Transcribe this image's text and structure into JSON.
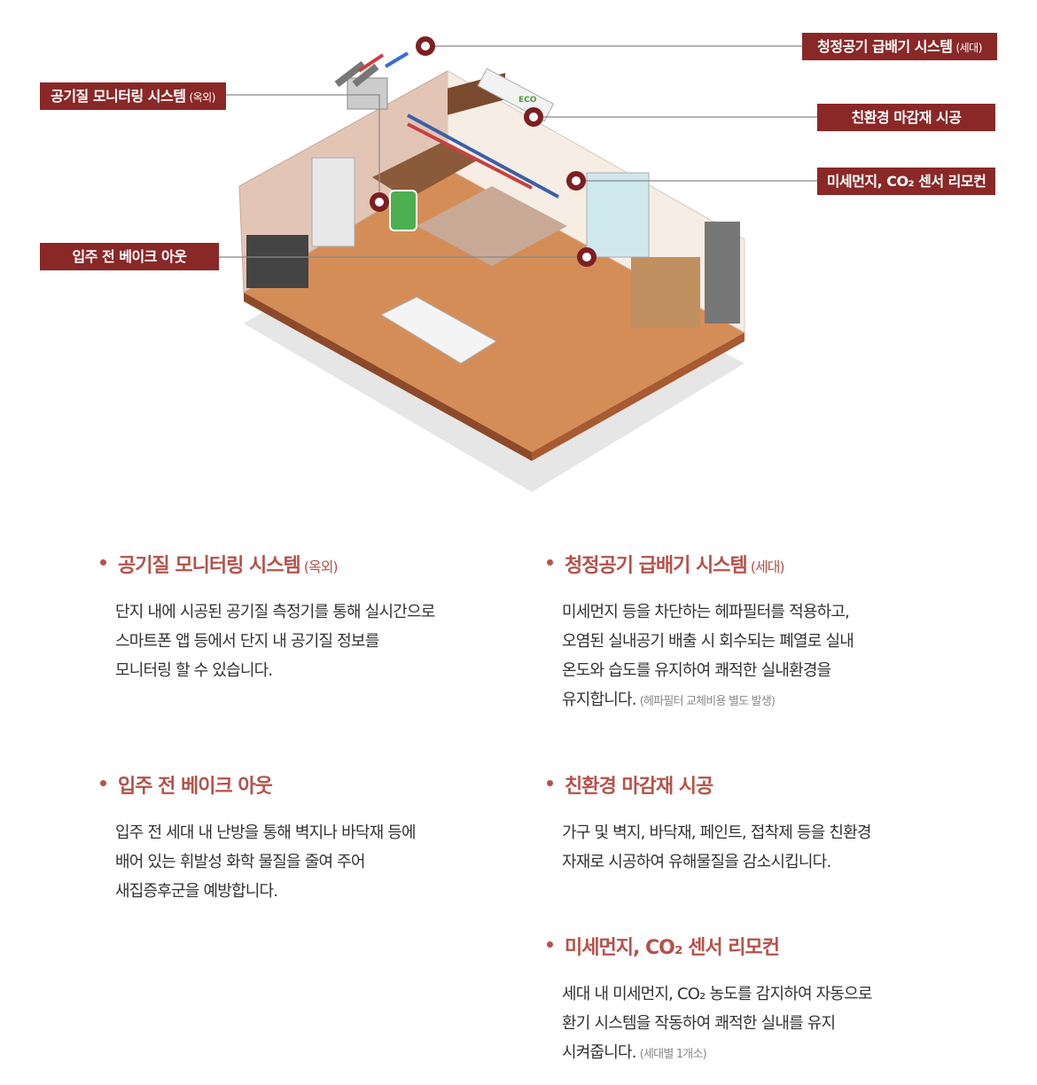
{
  "labels": {
    "air_monitor": {
      "title": "공기질 모니터링 시스템",
      "note": "(옥외)"
    },
    "ventilation": {
      "title": "청정공기 급배기 시스템",
      "note": "(세대)"
    },
    "eco_material": {
      "title": "친환경 마감재 시공"
    },
    "sensor": {
      "title": "미세먼지, CO₂ 센서 리모컨"
    },
    "bake_out": {
      "title": "입주 전 베이크 아웃"
    }
  },
  "illustration": {
    "eco_badge": "ECO"
  },
  "sections": [
    {
      "title": "공기질 모니터링 시스템",
      "note": "(옥외)",
      "lines": [
        "단지 내에 시공된 공기질 측정기를 통해 실시간으로",
        "스마트폰 앱 등에서 단지 내 공기질 정보를",
        "모니터링 할 수 있습니다."
      ]
    },
    {
      "title": "청정공기 급배기 시스템",
      "note": "(세대)",
      "lines": [
        "미세먼지 등을 차단하는 헤파필터를 적용하고,",
        "오염된 실내공기 배출 시 회수되는 폐열로 실내",
        "온도와 습도를 유지하여 쾌적한 실내환경을",
        "유지합니다."
      ],
      "footnote": "(헤파필터 교체비용 별도 발생)"
    },
    {
      "title": "입주 전 베이크 아웃",
      "lines": [
        "입주 전 세대 내 난방을 통해 벽지나 바닥재 등에",
        "배어 있는 휘발성 화학 물질을 줄여 주어",
        "새집증후군을 예방합니다."
      ]
    },
    {
      "title": "친환경 마감재 시공",
      "lines": [
        "가구 및 벽지, 바닥재, 페인트, 접착제 등을 친환경",
        "자재로 시공하여 유해물질을 감소시킵니다."
      ]
    },
    {
      "title": "미세먼지, CO₂ 센서 리모컨",
      "lines": [
        "세대 내 미세먼지, CO₂ 농도를 감지하여 자동으로",
        "환기 시스템을 작동하여 쾌적한 실내를 유지",
        "시켜줍니다."
      ],
      "footnote": "(세대별 1개소)"
    }
  ],
  "colors": {
    "tag_bg": "#8a2828",
    "heading": "#b5524a",
    "marker": "#7d1f22"
  }
}
